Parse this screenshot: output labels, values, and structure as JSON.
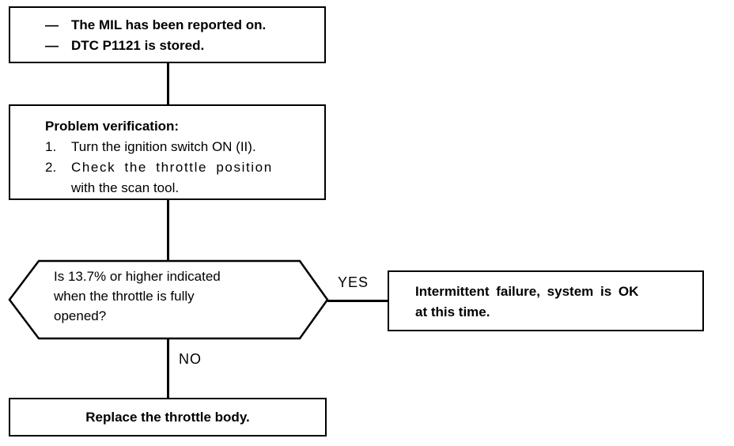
{
  "colors": {
    "ink": "#000000",
    "paper": "#ffffff"
  },
  "flowchart": {
    "symptom_box": {
      "bullet": "—",
      "lines": [
        "The MIL has been reported on.",
        "DTC P1121 is stored."
      ]
    },
    "verification_box": {
      "heading": "Problem verification:",
      "steps": [
        {
          "num": "1.",
          "line1": "Turn the ignition switch ON (II).",
          "line2": ""
        },
        {
          "num": "2.",
          "line1": "Check the throttle position",
          "line2": "with the scan tool."
        }
      ]
    },
    "decision_hex": {
      "lines": [
        "Is 13.7% or higher indicated",
        "when the throttle is fully",
        "opened?"
      ]
    },
    "yes_label": "YES",
    "no_label": "NO",
    "intermittent_box": {
      "lines": [
        "Intermittent failure, system is OK",
        "at this time."
      ]
    },
    "replace_box": {
      "text": "Replace the throttle body."
    }
  }
}
